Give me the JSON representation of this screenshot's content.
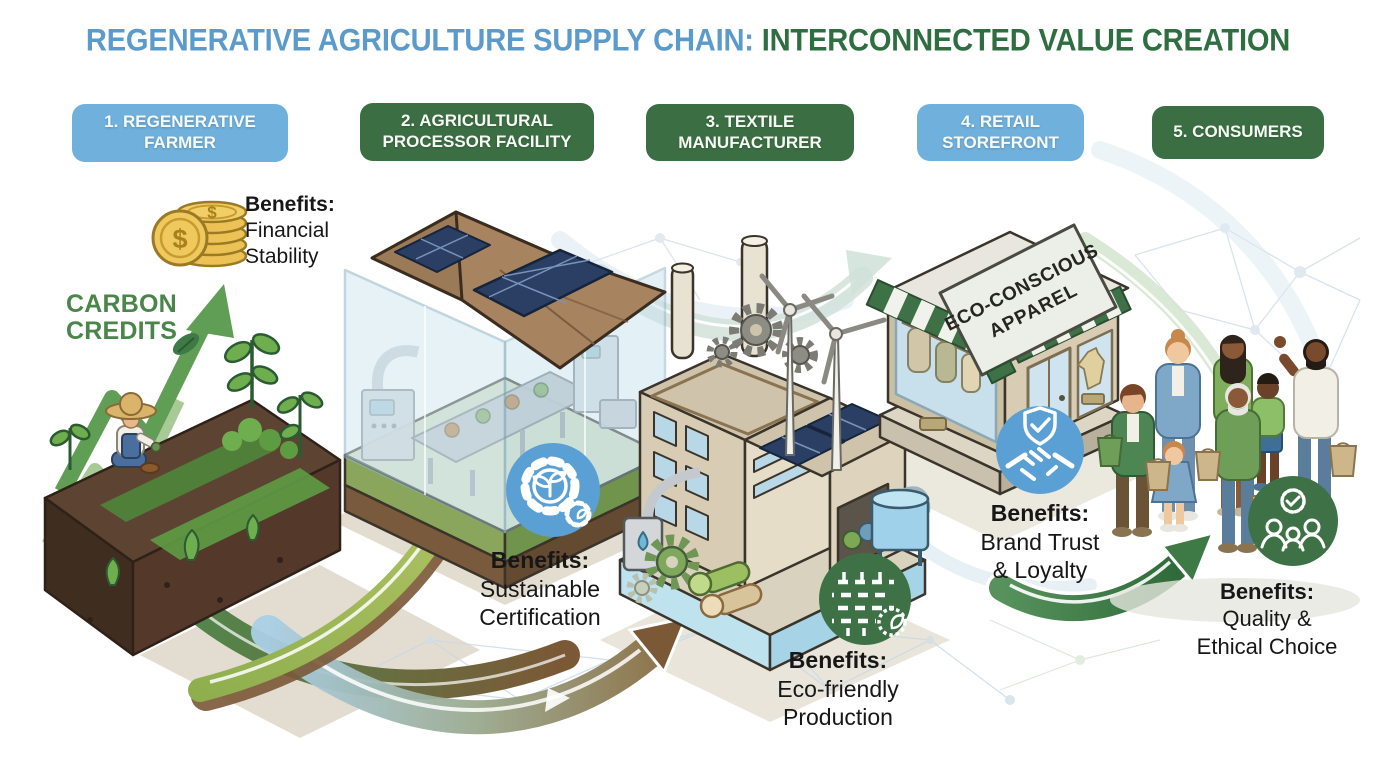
{
  "title": {
    "part1": "REGENERATIVE AGRICULTURE SUPPLY CHAIN: ",
    "part2": "INTERCONNECTED VALUE CREATION"
  },
  "stages": [
    {
      "label": "1. REGENERATIVE FARMER",
      "tone": "blue"
    },
    {
      "label": "2. AGRICULTURAL PROCESSOR FACILITY",
      "tone": "green"
    },
    {
      "label": "3. TEXTILE MANUFACTURER",
      "tone": "green"
    },
    {
      "label": "4. RETAIL STOREFRONT",
      "tone": "blue"
    },
    {
      "label": "5. CONSUMERS",
      "tone": "green"
    }
  ],
  "carbon_credits": {
    "line1": "CARBON",
    "line2": "CREDITS"
  },
  "coins": {
    "symbol": "$"
  },
  "benefits": {
    "farmer": {
      "heading": "Benefits:",
      "line1": "Financial",
      "line2": "Stability"
    },
    "processor": {
      "heading": "Benefits:",
      "line1": "Sustainable",
      "line2": "Certification"
    },
    "manufacturer": {
      "heading": "Benefits:",
      "line1": "Eco-friendly",
      "line2": "Production"
    },
    "retail": {
      "heading": "Benefits:",
      "line1": "Brand Trust",
      "line2": "& Loyalty"
    },
    "consumers": {
      "heading": "Benefits:",
      "line1": "Quality &",
      "line2": "Ethical Choice"
    }
  },
  "storefront": {
    "sign_line1": "ECO-CONSCIOUS",
    "sign_line2": "APPAREL"
  },
  "icons": {
    "processor_circle": "gear-leaf-icon",
    "manufacturer_circle": "woven-fabric-leaf-icon",
    "retail_circle": "shield-check-handshake-icon",
    "consumers_circle": "family-check-icon",
    "farmer_money": "coin-stack-icon",
    "carbon": "growth-arrow-leaf-icon"
  },
  "colors": {
    "title_blue": "#5b9bcb",
    "title_green": "#2e6e41",
    "stage_blue": "#6fb0dd",
    "stage_green": "#3c6e44",
    "icon_circle_blue": "#5ba0d4",
    "icon_circle_green": "#3e7246",
    "carbon_credit_green": "#4a8549",
    "arrow_dark_green": "#3e7a46",
    "arrow_olive": "#a9ba5e",
    "arrow_brown": "#7b5836",
    "soil_brown": "#54392a",
    "coin_gold": "#ecc257"
  }
}
